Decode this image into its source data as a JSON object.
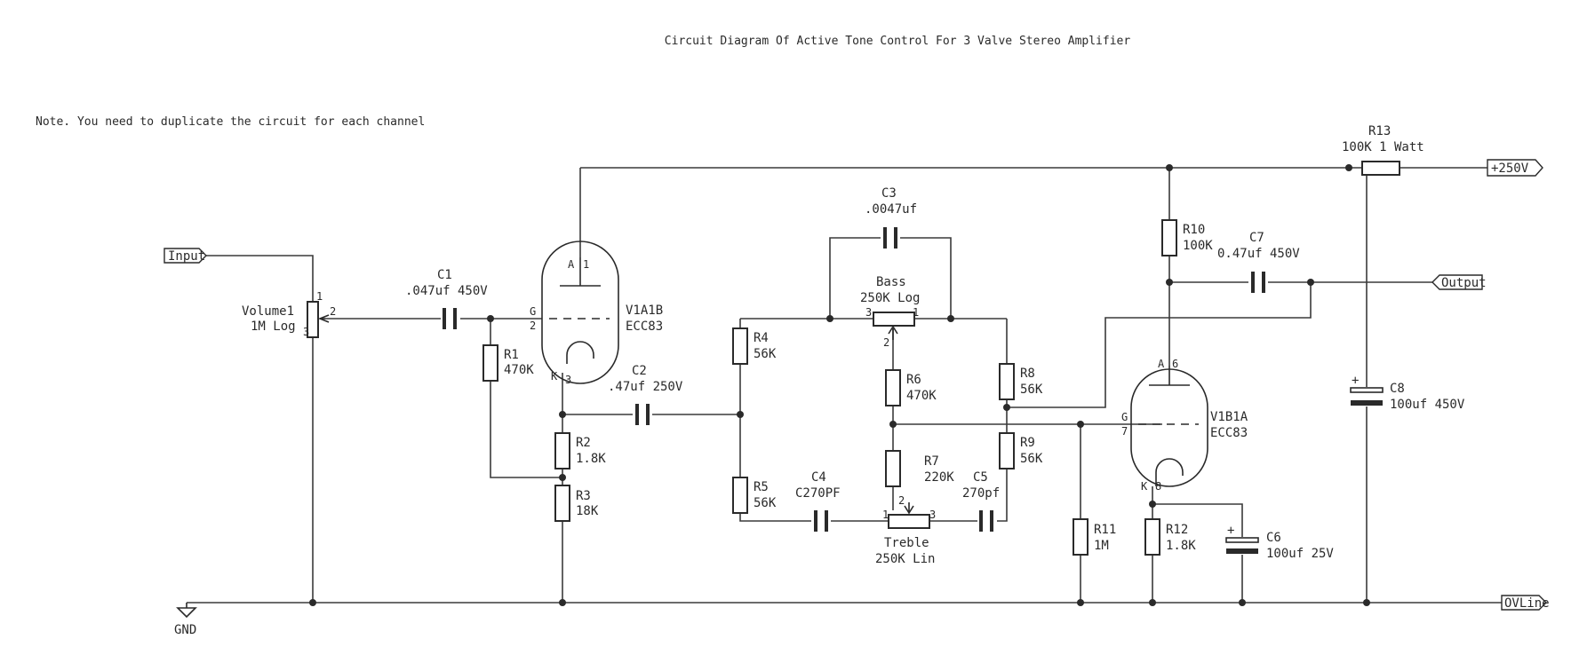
{
  "title": "Circuit Diagram Of Active Tone Control For 3 Valve Stereo Amplifier",
  "note": "Note. You need to duplicate the circuit for each channel",
  "ports": {
    "input": "Input",
    "output": "Output",
    "plus250": "+250V",
    "ovline": "OVLine",
    "gnd": "GND"
  },
  "components": {
    "volume1": {
      "ref": "Volume1",
      "value": "1M Log",
      "pin1": "1",
      "pin2": "2",
      "pin3": "3"
    },
    "c1": {
      "ref": "C1",
      "value": ".047uf 450V"
    },
    "r1": {
      "ref": "R1",
      "value": "470K"
    },
    "v1a1b": {
      "ref": "V1A1B",
      "value": "ECC83",
      "pin_a": "A",
      "pin_a_num": "1",
      "pin_g": "G",
      "pin_g_num": "2",
      "pin_k": "K",
      "pin_k_num": "3"
    },
    "c2": {
      "ref": "C2",
      "value": ".47uf 250V"
    },
    "r2": {
      "ref": "R2",
      "value": "1.8K"
    },
    "r3": {
      "ref": "R3",
      "value": "18K"
    },
    "r4": {
      "ref": "R4",
      "value": "56K"
    },
    "r5": {
      "ref": "R5",
      "value": "56K"
    },
    "c3": {
      "ref": "C3",
      "value": ".0047uf"
    },
    "bass": {
      "ref": "Bass",
      "value": "250K Log",
      "pin1": "1",
      "pin2": "2",
      "pin3": "3"
    },
    "r6": {
      "ref": "R6",
      "value": "470K"
    },
    "r7": {
      "ref": "R7",
      "value": "220K"
    },
    "c4": {
      "ref": "C4",
      "value": "C270PF"
    },
    "treble": {
      "ref": "Treble",
      "value": "250K Lin",
      "pin1": "1",
      "pin2": "2",
      "pin3": "3"
    },
    "c5": {
      "ref": "C5",
      "value": "270pf"
    },
    "r8": {
      "ref": "R8",
      "value": "56K"
    },
    "r9": {
      "ref": "R9",
      "value": "56K"
    },
    "r10": {
      "ref": "R10",
      "value": "100K"
    },
    "c7": {
      "ref": "C7",
      "value": "0.47uf 450V"
    },
    "v1b1a": {
      "ref": "V1B1A",
      "value": "ECC83",
      "pin_a": "A",
      "pin_a_num": "6",
      "pin_g": "G",
      "pin_g_num": "7",
      "pin_k": "K",
      "pin_k_num": "8"
    },
    "r11": {
      "ref": "R11",
      "value": "1M"
    },
    "r12": {
      "ref": "R12",
      "value": "1.8K"
    },
    "c6": {
      "ref": "C6",
      "value": "100uf 25V",
      "polarity": "+"
    },
    "r13": {
      "ref": "R13",
      "value": "100K 1 Watt"
    },
    "c8": {
      "ref": "C8",
      "value": "100uf 450V",
      "polarity": "+"
    }
  }
}
